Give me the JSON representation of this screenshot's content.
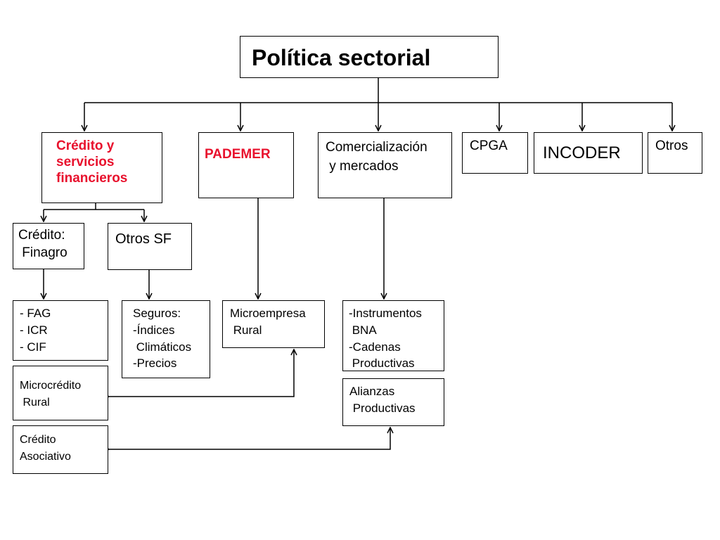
{
  "colors": {
    "accent": "#e8112d",
    "line": "#000000"
  },
  "root": {
    "title": "Política sectorial"
  },
  "level1": {
    "credito": "Crédito y\nservicios\nfinancieros",
    "pademer": "PADEMER",
    "comercializacion": "Comercialización\n y mercados",
    "cpga": "CPGA",
    "incoder": "INCODER",
    "otros": "Otros"
  },
  "level2": {
    "finagro": "Crédito:\n Finagro",
    "otros_sf": "Otros SF"
  },
  "level3": {
    "fag": "- FAG\n- ICR\n- CIF",
    "seguros": "Seguros:\n-Índices\n Climáticos\n-Precios",
    "microempresa": "Microempresa\n Rural",
    "instrumentos": "-Instrumentos\n BNA\n-Cadenas\n Productivas",
    "microcredito": "Microcrédito\n Rural",
    "credito_asociativo": "Crédito\nAsociativo",
    "alianzas": "Alianzas\n Productivas"
  }
}
